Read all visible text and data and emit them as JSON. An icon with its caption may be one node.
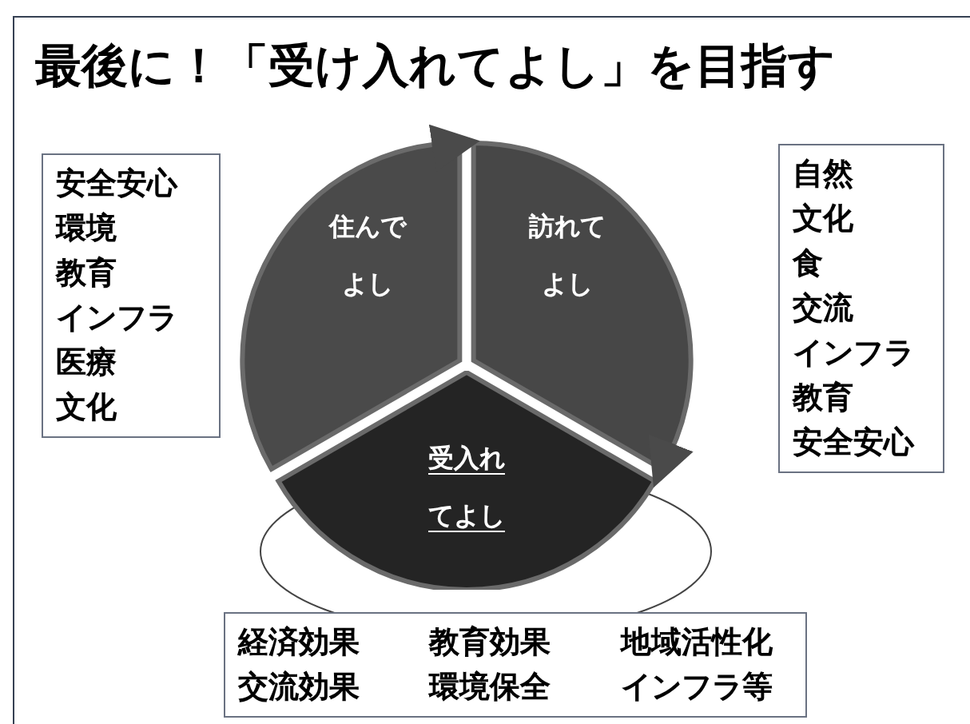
{
  "diagram": {
    "title": "最後に！「受け入れてよし」を目指す",
    "nodes": [
      {
        "text": [
          "安全安心",
          "環境",
          "教育",
          "インフラ",
          "医療",
          "文化"
        ]
      },
      {
        "text": [
          "自然",
          "文化",
          "食",
          "交流",
          "インフラ",
          "教育",
          "安全安心"
        ]
      },
      {
        "text": [
          "住んでよし"
        ]
      },
      {
        "text": [
          "訪れてよし"
        ]
      },
      {
        "text": [
          "受入れてよし"
        ]
      },
      {
        "text": [
          "経済効果",
          "教育効果",
          "地域活性化",
          "交流効果",
          "環境保全",
          "インフラ等"
        ]
      }
    ],
    "edges": [
      {
        "from": 2,
        "to": 3,
        "arrow": "to"
      },
      {
        "from": 3,
        "to": 4,
        "arrow": "to"
      }
    ]
  }
}
